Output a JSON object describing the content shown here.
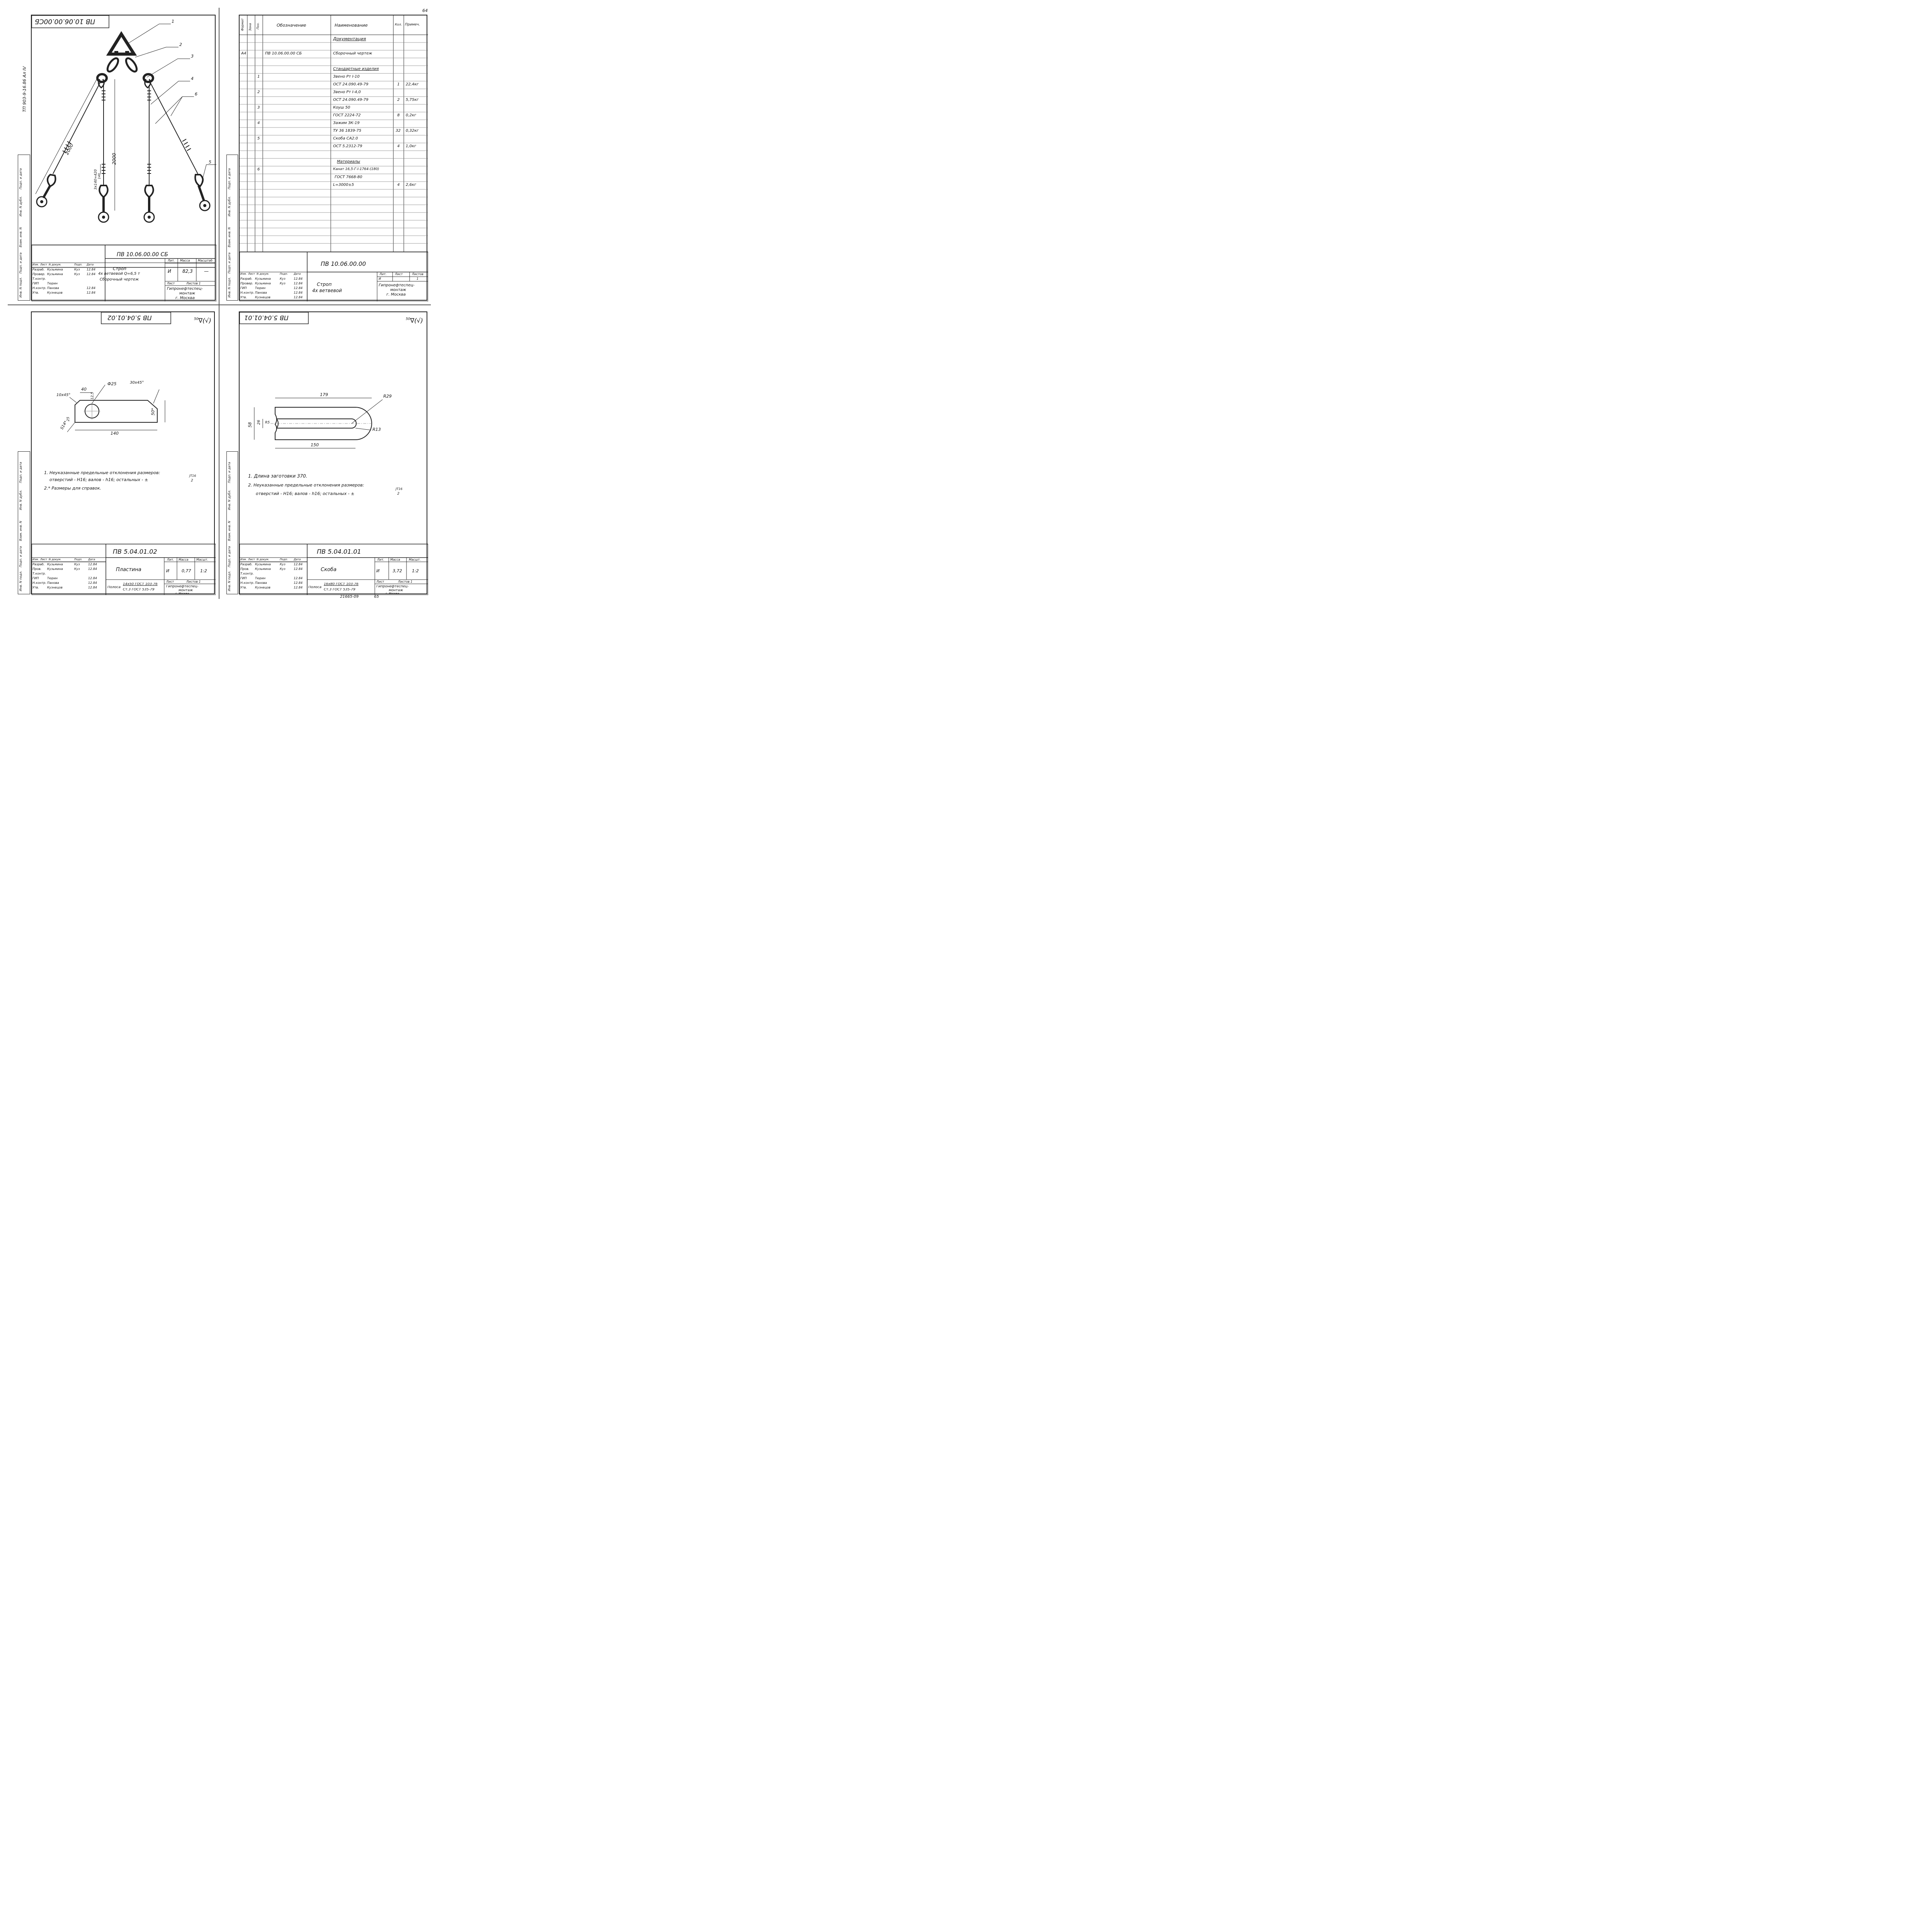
{
  "page_number": "64",
  "bottom_code": "21665-09",
  "bottom_page": "65",
  "side_labels": [
    "Инв. N подл.",
    "Подп. и дата",
    "Взам. инв. N",
    "Инв. N дубл.",
    "Подп. и дата"
  ],
  "tl": {
    "stamp_rotated": "ПВ 10.06.00.00СБ",
    "side_ref": "ТП 903-9-16.86   Ал IV",
    "leaders": [
      "1",
      "2",
      "3",
      "4",
      "6",
      "5"
    ],
    "dims": [
      "2000",
      "2000",
      "3x140=420",
      "140"
    ],
    "code": "ПВ 10.06.00.00 СБ",
    "title1": "Строп",
    "title2": "4х ветвевой Q=6,5 т",
    "title3": "Сборочный чертеж",
    "lit_h": "Лит.",
    "mass_h": "Масса",
    "scale_h": "Масштаб",
    "lit": "И",
    "mass": "82,3",
    "scale": "—",
    "sheet_h": "Лист",
    "sheets_h": "Листов 1",
    "org1": "Гипронефтеспец-",
    "org2": "монтаж",
    "org3": "г. Москва",
    "hdr": [
      "Изм.",
      "Лист",
      "N докум.",
      "Подп.",
      "Дата"
    ],
    "rows": [
      [
        "Разраб.",
        "Кузьмина",
        "Куз",
        "12.84"
      ],
      [
        "Провер.",
        "Кузьмина",
        "Куз",
        "12.84"
      ],
      [
        "Т.контр.",
        "",
        "",
        ""
      ],
      [
        "ГИП",
        "Тюрин",
        "",
        ""
      ],
      [
        "Н.контр.",
        "Панова",
        "",
        "12.84"
      ],
      [
        "Утв.",
        "Кузнецов",
        "",
        "12.84"
      ]
    ]
  },
  "tr": {
    "headers": [
      "Формат",
      "Зона",
      "Поз.",
      "Обозначение",
      "Наименование",
      "Кол.",
      "Примеч."
    ],
    "rows": [
      [
        "",
        "",
        "",
        "",
        "Документация",
        "",
        ""
      ],
      [
        "",
        "",
        "",
        "",
        "",
        "",
        ""
      ],
      [
        "А4",
        "",
        "",
        "ПВ 10.06.00.00 СБ",
        "Сборочный чертеж",
        "",
        ""
      ],
      [
        "",
        "",
        "",
        "",
        "",
        "",
        ""
      ],
      [
        "",
        "",
        "",
        "",
        "Стандартные изделия",
        "",
        ""
      ],
      [
        "",
        "",
        "1",
        "",
        "Звено Рт I-10",
        "",
        ""
      ],
      [
        "",
        "",
        "",
        "",
        "ОСТ 24.090.49-79",
        "1",
        "22,4кг"
      ],
      [
        "",
        "",
        "2",
        "",
        "Звено Рт I-4,0",
        "",
        ""
      ],
      [
        "",
        "",
        "",
        "",
        "ОСТ 24.090.49-79",
        "2",
        "5,75кг"
      ],
      [
        "",
        "",
        "3",
        "",
        "Коуш 50",
        "",
        ""
      ],
      [
        "",
        "",
        "",
        "",
        "ГОСТ 2224-72",
        "8",
        "0,2кг"
      ],
      [
        "",
        "",
        "4",
        "",
        "Зажим ЗК-19",
        "",
        ""
      ],
      [
        "",
        "",
        "",
        "",
        "ТУ 36 1839-75",
        "32",
        "0,32кг"
      ],
      [
        "",
        "",
        "5",
        "",
        "Скоба СА2.0",
        "",
        ""
      ],
      [
        "",
        "",
        "",
        "",
        "ОСТ 5.2312-79",
        "4",
        "1,0кг"
      ],
      [
        "",
        "",
        "",
        "",
        "",
        "",
        ""
      ],
      [
        "",
        "",
        "",
        "",
        "Материалы",
        "",
        ""
      ],
      [
        "",
        "",
        "6",
        "",
        "Канат 16,5-Г-I-1764-(180)",
        "",
        ""
      ],
      [
        "",
        "",
        "",
        "",
        "ГОСТ 7668-80",
        "",
        ""
      ],
      [
        "",
        "",
        "",
        "",
        "L=3000±5",
        "4",
        "2,6кг"
      ]
    ],
    "code": "ПВ 10.06.00.00",
    "title1": "Строп",
    "title2": "4х ветвевой",
    "lit_h": "Лит.",
    "sheet_h": "Лист",
    "sheets_h": "Листов",
    "lit": "И",
    "sheet": "",
    "sheets": "1",
    "org1": "Гипронефтеспец-",
    "org2": "монтаж",
    "org3": "г. Москва",
    "hdr": [
      "Изм.",
      "Лист",
      "N докум.",
      "Подп.",
      "Дата"
    ],
    "rows_sig": [
      [
        "Разраб.",
        "Кузьмина",
        "Куз",
        "12.84"
      ],
      [
        "Провер.",
        "Кузьмина",
        "Куз",
        "12.84"
      ],
      [
        "ГИП",
        "Тюрин",
        "",
        "12.84"
      ],
      [
        "Н.контр.",
        "Панова",
        "",
        "12.84"
      ],
      [
        "Утв.",
        "Кузнецов",
        "",
        "12.84"
      ]
    ]
  },
  "bl": {
    "stamp_rotated": "ПВ 5.04.01.02",
    "roughness": "50",
    "dims": [
      "40",
      "Ф25",
      "30x45°",
      "10x45°",
      "12,5",
      "50*",
      "25",
      "S14*",
      "140"
    ],
    "note1": "1. Неуказанные предельные отклонения размеров:",
    "note1b": "отверстий - Н16; валов - h16; остальных - ±",
    "frac_top": "JT16",
    "frac_bot": "2",
    "note2": "2.* Размеры для справок.",
    "code": "ПВ 5.04.01.02",
    "title": "Пластина",
    "lit_h": "Лит.",
    "mass_h": "Масса",
    "scale_h": "Масшт.",
    "lit": "И",
    "mass": "0,77",
    "scale": "1:2",
    "sheet_h": "Лист",
    "sheets_h": "Листов 1",
    "material_label": "Полоса",
    "material_top": "14x50 ГОСТ 103-76",
    "material_bot": "Ст.3 ГОСТ 535-79",
    "org1": "Гипронефтеспец-",
    "org2": "монтаж",
    "org3": "г. Москва",
    "hdr": [
      "Изм.",
      "Лист",
      "N докум.",
      "Подп.",
      "Дата"
    ],
    "rows": [
      [
        "Разраб.",
        "Кузьмина",
        "Куз",
        "12.84"
      ],
      [
        "Пров.",
        "Кузьмина",
        "Куз",
        "12.84"
      ],
      [
        "Т.контр.",
        "",
        "",
        ""
      ],
      [
        "ГИП",
        "Тюрин",
        "",
        "12.84"
      ],
      [
        "Н.контр.",
        "Панова",
        "",
        "12.84"
      ],
      [
        "Утв.",
        "Кузнецов",
        "",
        "12.84"
      ]
    ]
  },
  "br": {
    "stamp_rotated": "ПВ 5.04.01.01",
    "roughness": "50",
    "dims": [
      "179",
      "R29",
      "58",
      "26",
      "R5",
      "R13",
      "150"
    ],
    "note1": "1. Длина заготовки 370.",
    "note2": "2. Неуказанные предельные отклонения размеров:",
    "note2b": "отверстий - Н16; валов - h16; остальных - ±",
    "frac_top": "JT16",
    "frac_bot": "2",
    "code": "ПВ 5.04.01.01",
    "title": "Скоба",
    "lit_h": "Лит.",
    "mass_h": "Масса",
    "scale_h": "Масшт.",
    "lit": "И",
    "mass": "3,72",
    "scale": "1:2",
    "sheet_h": "Лист",
    "sheets_h": "Листов 1",
    "material_label": "Полоса",
    "material_top": "16x80 ГОСТ 103-76",
    "material_bot": "Ст.3 ГОСТ 535-79",
    "org1": "Гипронефтеспец-",
    "org2": "монтаж",
    "org3": "г. Москва",
    "hdr": [
      "Изм.",
      "Лист",
      "N докум.",
      "Подп.",
      "Дата"
    ],
    "rows": [
      [
        "Разраб.",
        "Кузьмина",
        "Куз",
        "12.84"
      ],
      [
        "Пров.",
        "Кузьмина",
        "Куз",
        "12.84"
      ],
      [
        "Т.контр.",
        "",
        "",
        ""
      ],
      [
        "ГИП",
        "Тюрин",
        "",
        "12.84"
      ],
      [
        "Н.контр.",
        "Панова",
        "",
        "12.84"
      ],
      [
        "Утв.",
        "Кузнецов",
        "",
        "12.84"
      ]
    ]
  }
}
